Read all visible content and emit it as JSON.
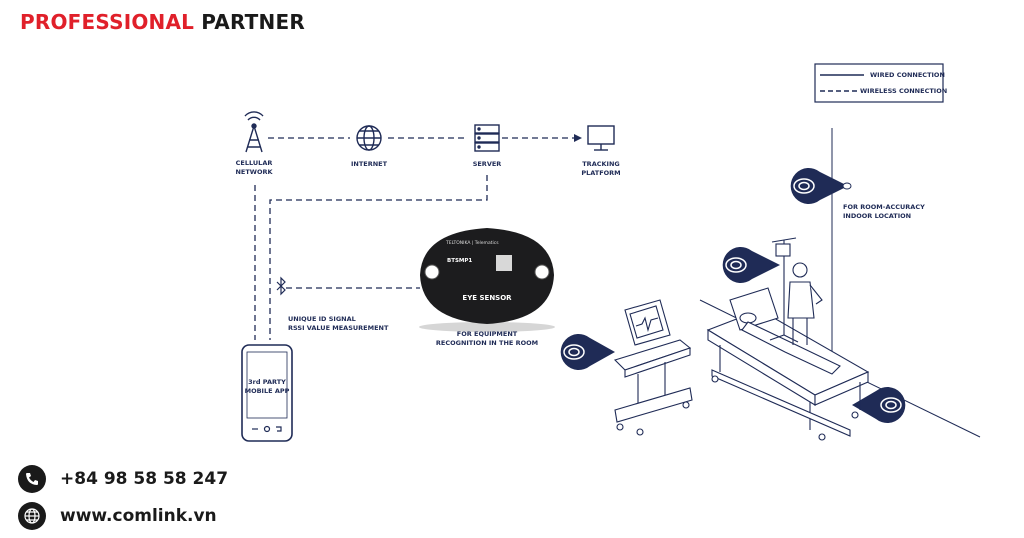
{
  "header": {
    "title_part1": "PROFESSIONAL",
    "title_part2": "PARTNER"
  },
  "legend": {
    "wired": "WIRED CONNECTION",
    "wireless": "WIRELESS CONNECTION"
  },
  "nodes": {
    "cellular": [
      "CELLULAR",
      "NETWORK"
    ],
    "internet": "INTERNET",
    "server": "SERVER",
    "tracking": [
      "TRACKING",
      "PLATFORM"
    ]
  },
  "signal": [
    "UNIQUE ID SIGNAL",
    "RSSI VALUE MEASUREMENT"
  ],
  "phone": [
    "3rd PARTY",
    "MOBILE APP"
  ],
  "sensor": {
    "brand": "TELTONIKA | Telematics",
    "model": "BTSMP1",
    "name": "EYE SENSOR",
    "caption": [
      "FOR EQUIPMENT",
      "RECOGNITION IN THE ROOM"
    ]
  },
  "room": [
    "FOR ROOM-ACCURACY",
    "INDOOR LOCATION"
  ],
  "contact": {
    "phone": "+84 98 58 58 247",
    "website": "www.comlink.vn"
  },
  "colors": {
    "navy": "#1f2b56",
    "red": "#e0202a",
    "dark": "#1a1a1a"
  }
}
